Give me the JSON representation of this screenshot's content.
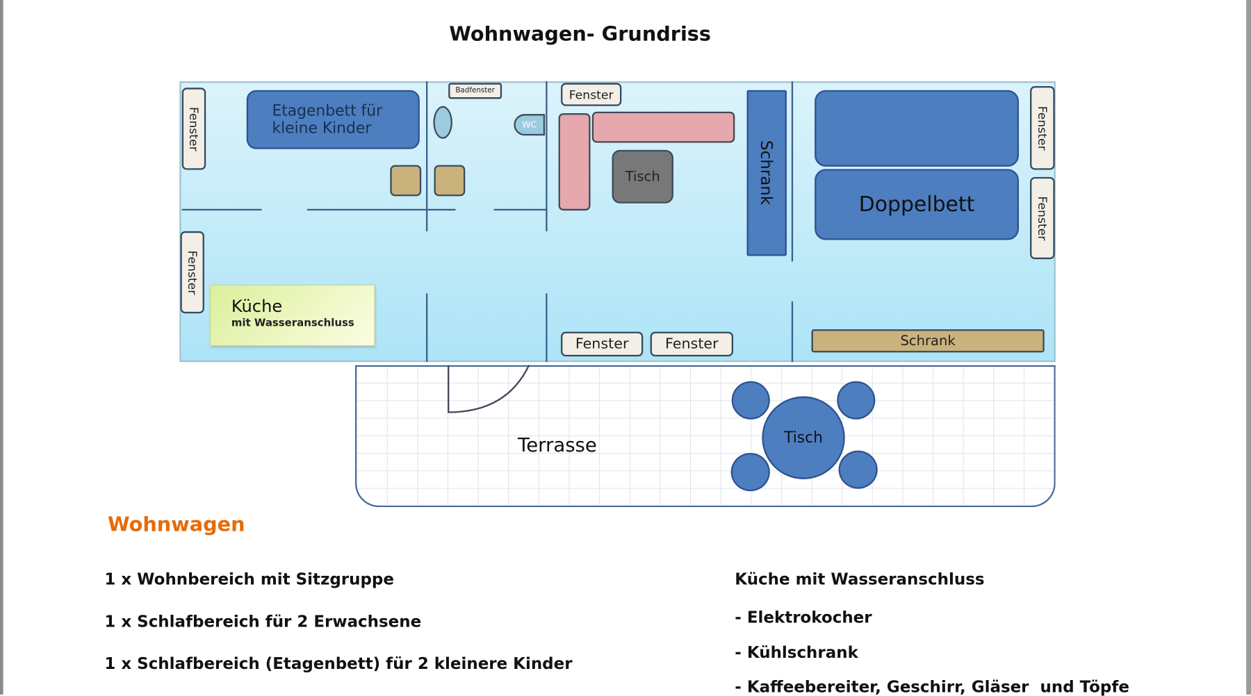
{
  "title": "Wohnwagen- Grundriss",
  "plan": {
    "window": "Fenster",
    "bath_window": "Badfenster",
    "bunk_bed": [
      "Etagenbett für",
      "kleine Kinder"
    ],
    "wc": "WC",
    "table": "Tisch",
    "wardrobe": "Schrank",
    "double_bed": "Doppelbett",
    "kitchen": "Küche",
    "kitchen_sub": "mit Wasseranschluss",
    "terrace": "Terrasse",
    "terrace_table": "Tisch"
  },
  "section_heading": "Wohnwagen",
  "left_list": [
    "1 x Wohnbereich mit Sitzgruppe",
    "1 x Schlafbereich für 2 Erwachsene",
    "1 x Schlafbereich (Etagenbett) für 2 kleinere Kinder"
  ],
  "right_list": {
    "heading": "Küche mit Wasseranschluss",
    "items": [
      "- Elektrokocher",
      "- Kühlschrank",
      "- Kaffeebereiter, Geschirr, Gläser  und Töpfe"
    ]
  },
  "colors": {
    "heading": "#e46c0a",
    "furniture_blue": "#4c7ec0"
  }
}
